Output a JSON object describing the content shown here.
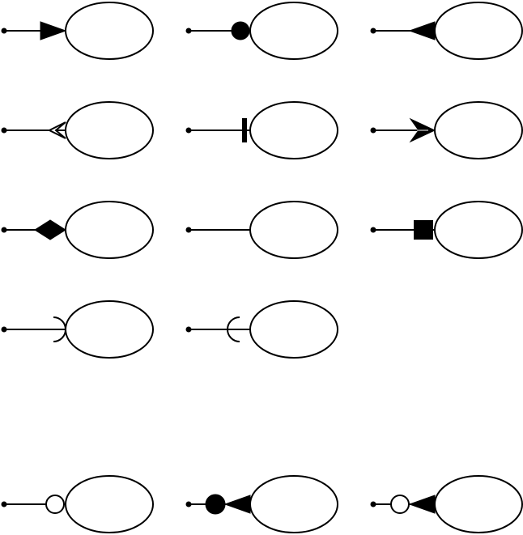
{
  "canvas": {
    "background": "#ffffff",
    "stroke": "#000000",
    "fill": "#000000"
  },
  "connectors": [
    {
      "id": "row1-col1",
      "marker": "filled-triangle"
    },
    {
      "id": "row1-col2",
      "marker": "filled-circle"
    },
    {
      "id": "row1-col3",
      "marker": "filled-reverse-triangle"
    },
    {
      "id": "row2-col1",
      "marker": "open-reverse-arrow"
    },
    {
      "id": "row2-col2",
      "marker": "bar"
    },
    {
      "id": "row2-col3",
      "marker": "open-arrow"
    },
    {
      "id": "row3-col1",
      "marker": "filled-diamond"
    },
    {
      "id": "row3-col2",
      "marker": "none"
    },
    {
      "id": "row3-col3",
      "marker": "filled-square"
    },
    {
      "id": "row4-col1",
      "marker": "socket-right"
    },
    {
      "id": "row4-col2",
      "marker": "socket-left"
    },
    {
      "id": "row5-col1",
      "marker": "open-circle"
    },
    {
      "id": "row5-col2",
      "marker": "filled-circle-with-reverse-triangle"
    },
    {
      "id": "row5-col3",
      "marker": "open-circle-with-reverse-triangle"
    }
  ]
}
